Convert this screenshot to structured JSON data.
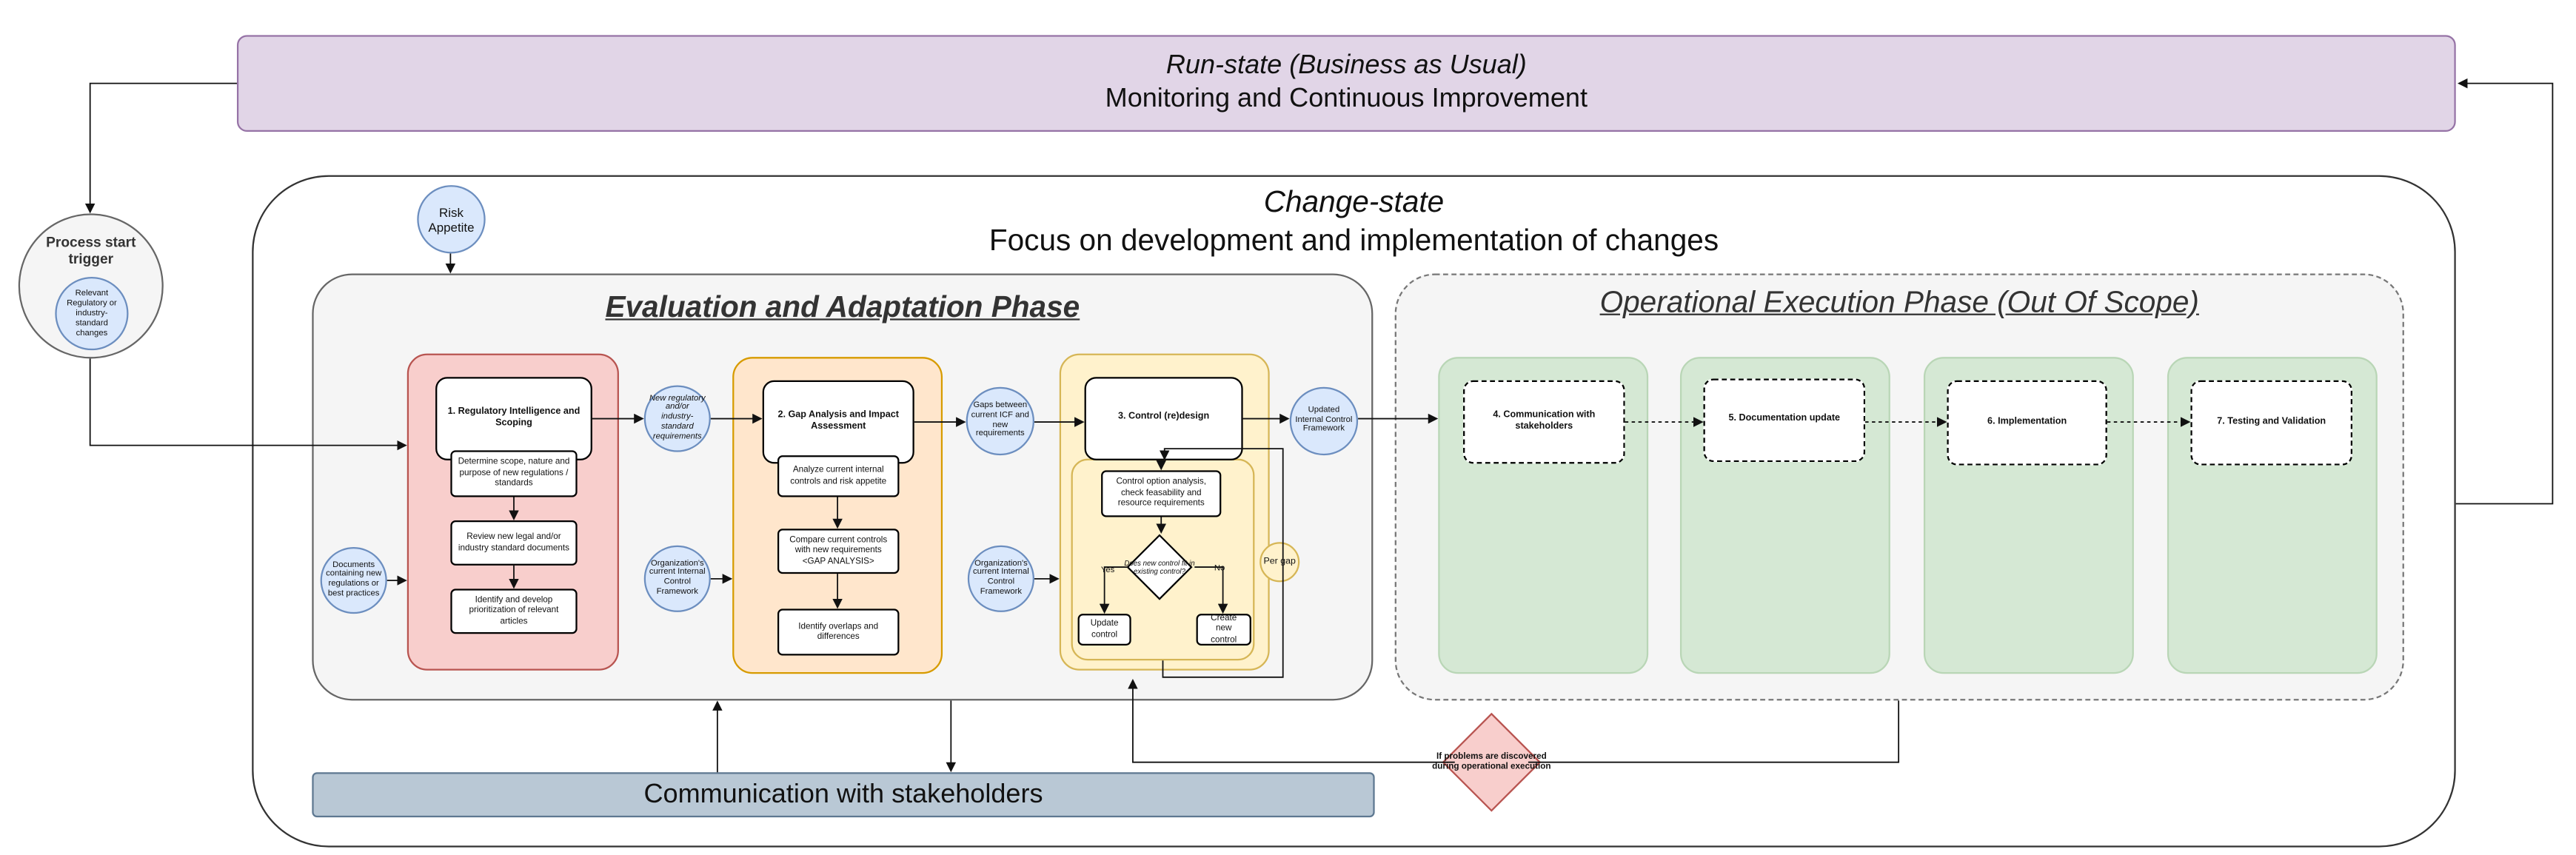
{
  "run_state": {
    "title": "Run-state (Business as Usual)",
    "subtitle": "Monitoring and Continuous Improvement"
  },
  "change_state": {
    "title": "Change-state",
    "subtitle": "Focus on development and implementation of changes"
  },
  "trigger": {
    "title": "Process start trigger",
    "input": "Relevant Regulatory or industry-standard changes"
  },
  "risk_appetite": "Risk Appetite",
  "evaluation_phase": {
    "title": "Evaluation and Adaptation Phase",
    "input_documents": "Documents containing new regulations or best practices",
    "step1": {
      "title": "1. Regulatory Intelligence and Scoping",
      "tasks": [
        "Determine scope, nature and purpose of new regulations / standards",
        "Review new legal and/or industry standard documents",
        "Identify and develop prioritization of relevant articles"
      ]
    },
    "output1": "New regulatory and/or industry-standard requirements",
    "input2": "Organization's current Internal Control Framework",
    "step2": {
      "title": "2. Gap Analysis and Impact Assessment",
      "tasks": [
        "Analyze current internal controls and risk appetite",
        "Compare current controls with new requirements <GAP ANALYSIS>",
        "Identify overlaps and differences"
      ]
    },
    "output2": "Gaps between current ICF and new requirements",
    "input3": "Organization's current Internal Control Framework",
    "step3": {
      "title": "3. Control (re)design",
      "task": "Control option analysis, check feasability and resource requirements",
      "decision": "Does new control fit in existing control?",
      "yes": "Yes",
      "no": "No",
      "update": "Update control",
      "create": "Create new control",
      "per_gap": "Per gap"
    },
    "output3": "Updated Internal Control Framework"
  },
  "operational_phase": {
    "title": "Operational Execution Phase (Out Of Scope)",
    "steps": [
      "4. Communication with stakeholders",
      "5. Documentation update",
      "6. Implementation",
      "7. Testing and Validation"
    ]
  },
  "problems": "If problems are discovered during operational execution",
  "communication": "Communication with stakeholders",
  "colors": {
    "run_state_fill": "#e1d5e7",
    "step1_fill": "#f8cecc",
    "step2_fill": "#ffe6cc",
    "step3_fill": "#fff2cc",
    "operational_fill": "#d5e8d4",
    "circle_fill": "#dae8fc",
    "communication_fill": "#b9c8d5"
  }
}
